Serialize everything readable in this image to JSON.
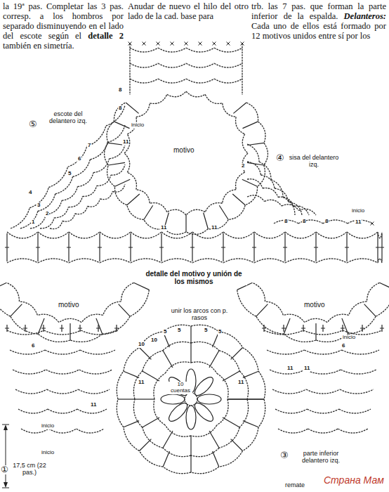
{
  "diagram": {
    "labels": [
      "la 19ª pas. Completar las 3 pas. corresp. a los hombros por separado disminuyendo en el lado del escote según el",
      "detalle 2",
      "también en simetría.",
      "Anudar de nuevo el hilo del otro lado de la cad. base para",
      "trb. las 7 pas. que forman la parte inferior de la espalda.",
      "Delanteros:",
      "Cada uno de ellos está formado por 12 motivos unidos entre sí por los",
      "⑤",
      "escote del delantero izq.",
      "inicio",
      "motivo",
      "④",
      "sisa del delantero izq.",
      "inicio",
      "detalle del motivo y unión de los mismos",
      "motivo",
      "unir los arcos con p. rasos",
      "motivo",
      "inicio",
      "10 cuentas",
      "inicio",
      "inicio",
      "③",
      "parte inferior delantero izq.",
      "①",
      "17,5 cm (22 pas.)",
      "remate",
      "Страна Мам",
      "8",
      "8",
      "11",
      "7",
      "6",
      "5",
      "4",
      "3",
      "2",
      "1",
      "2",
      "8",
      "8",
      "8",
      "11",
      "11",
      "11",
      "10",
      "10",
      "5",
      "5",
      "5",
      "5",
      "11",
      "11",
      "6",
      "6",
      "11",
      "11",
      "11"
    ]
  }
}
